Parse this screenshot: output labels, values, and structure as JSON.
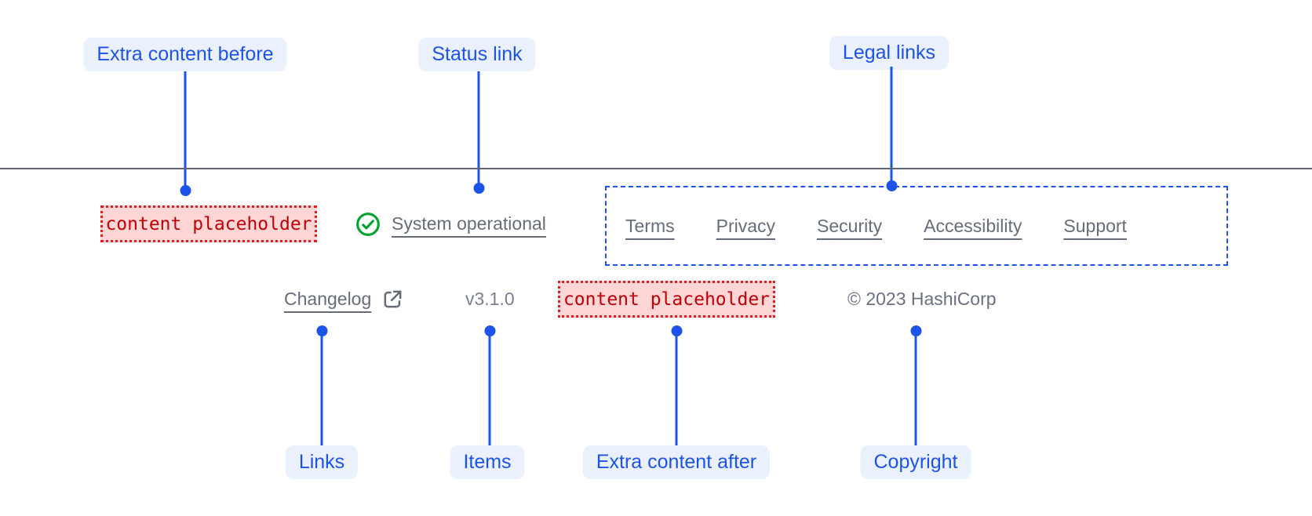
{
  "annotations": {
    "top_labels": [
      {
        "label": "Extra content before"
      },
      {
        "label": "Status link"
      },
      {
        "label": "Legal links"
      }
    ],
    "bottom_labels": [
      {
        "label": "Links"
      },
      {
        "label": "Items"
      },
      {
        "label": "Extra content after"
      },
      {
        "label": "Copyright"
      }
    ]
  },
  "footer": {
    "extra_content_before": {
      "placeholder_text": "content placeholder"
    },
    "status_link": {
      "label": "System operational",
      "icon": "check-circle-icon"
    },
    "legal_links": [
      "Terms",
      "Privacy",
      "Security",
      "Accessibility",
      "Support"
    ],
    "links": [
      {
        "label": "Changelog",
        "icon": "external-link-icon"
      }
    ],
    "items": [
      {
        "version": "v3.1.0"
      }
    ],
    "extra_content_after": {
      "placeholder_text": "content placeholder"
    },
    "copyright": "© 2023 HashiCorp"
  },
  "colors": {
    "annotation_blue": "#1D53E9",
    "annotation_pill_bg": "#EAF1FD",
    "divider_gray": "#60646E",
    "link_gray": "#666C78",
    "muted_gray": "#7A8090",
    "status_green": "#00A32E",
    "placeholder_text_red": "#C00006",
    "placeholder_border_red": "#E01E24",
    "placeholder_bg_pink": "#FFD6D6"
  }
}
